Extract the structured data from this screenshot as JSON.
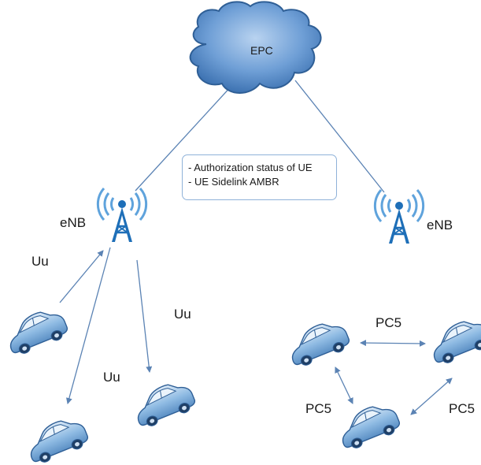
{
  "diagram": {
    "core": {
      "label": "EPC"
    },
    "base_stations": {
      "left": {
        "label": "eNB"
      },
      "right": {
        "label": "eNB"
      }
    },
    "info_box": {
      "lines": [
        "- Authorization status of UE",
        "- UE Sidelink AMBR"
      ]
    },
    "links": {
      "uu_upper": "Uu",
      "uu_right": "Uu",
      "uu_lower": "Uu",
      "pc5_top": "PC5",
      "pc5_left": "PC5",
      "pc5_right": "PC5"
    }
  },
  "colors": {
    "cloud_fill": "#6f9fd6",
    "cloud_stroke": "#2f5f96",
    "tower": "#1e6fb8",
    "signal": "#5fa3dc",
    "link_line": "#5b83b4",
    "car_body": "#8fbbe3"
  }
}
